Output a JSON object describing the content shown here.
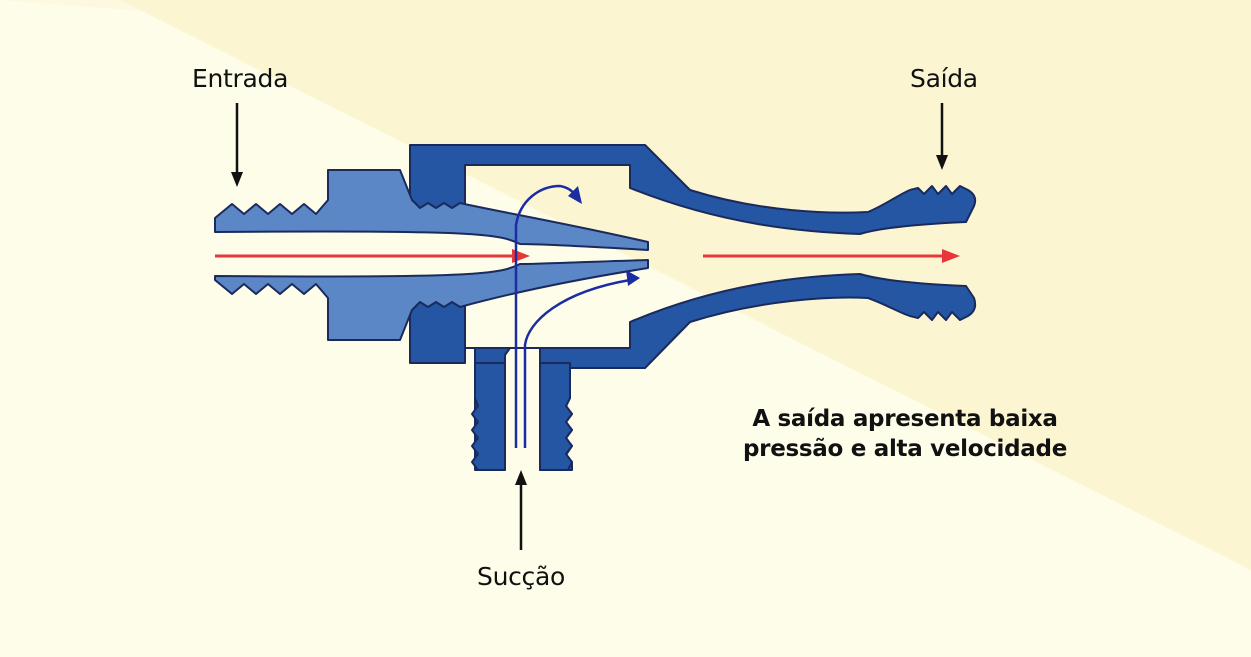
{
  "labels": {
    "inlet": "Entrada",
    "outlet": "Saída",
    "suction": "Sucção"
  },
  "note": {
    "line1": "A saída apresenta baixa",
    "line2": "pressão e alta velocidade"
  },
  "colors": {
    "background_light": "#fefde9",
    "background_band": "#fbf6d8",
    "body_dark_blue": "#2456a4",
    "nozzle_light_blue": "#5b87c7",
    "outline": "#1a2a5c",
    "flow_red": "#e8373b",
    "flow_blue": "#1b2da0",
    "text": "#111111"
  }
}
